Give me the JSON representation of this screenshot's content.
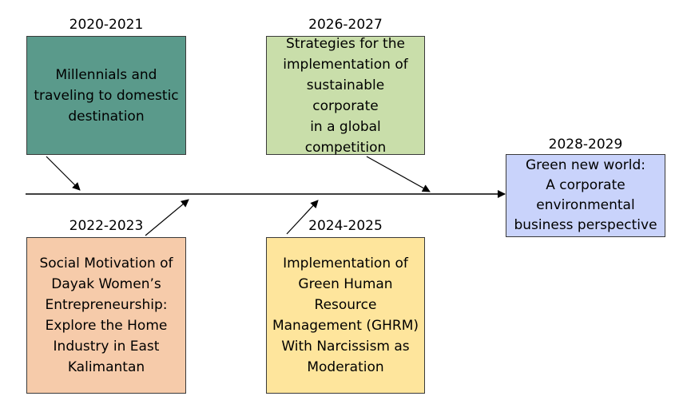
{
  "colors": {
    "green_dark": "#5a9a8b",
    "green_light": "#c9deaa",
    "salmon": "#f6cbaa",
    "yellow": "#fee59c",
    "blue": "#c9d3fb"
  },
  "milestones": [
    {
      "year": "2020-2021",
      "text": "Millennials and\ntraveling to domestic\ndestination"
    },
    {
      "year": "2022-2023",
      "text": "Social Motivation of\nDayak Women’s\nEntrepreneurship:\nExplore the Home\nIndustry in East\nKalimantan"
    },
    {
      "year": "2024-2025",
      "text": "Implementation of\nGreen  Human\nResource\nManagement (GHRM)\nWith Narcissism as\nModeration"
    },
    {
      "year": "2026-2027",
      "text": "Strategies for the\nimplementation of\nsustainable corporate\nin a global\ncompetition"
    },
    {
      "year": "2028-2029",
      "text": "Green new world:\nA corporate\nenvironmental\nbusiness perspective"
    }
  ]
}
